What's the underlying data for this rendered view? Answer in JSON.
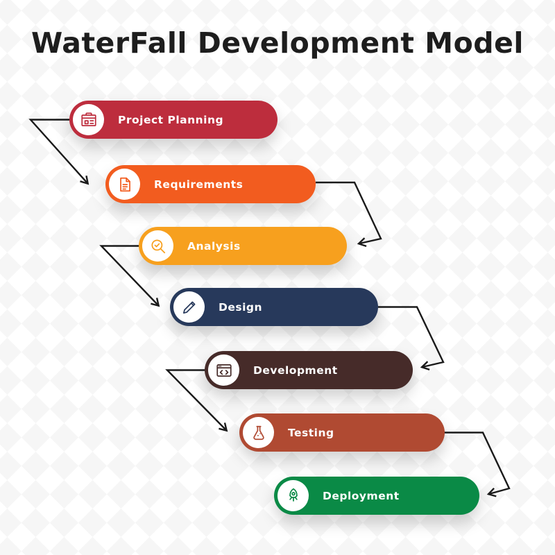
{
  "title": "WaterFall Development Model",
  "arrow_color": "#1a1a1a",
  "stages": [
    {
      "label": "Project Planning",
      "color": "#bd2d3d",
      "icon": "blueprint-icon"
    },
    {
      "label": "Requirements",
      "color": "#f25c1f",
      "icon": "document-icon"
    },
    {
      "label": "Analysis",
      "color": "#f7a01e",
      "icon": "magnifier-check-icon"
    },
    {
      "label": "Design",
      "color": "#27395b",
      "icon": "pen-icon"
    },
    {
      "label": "Development",
      "color": "#462b29",
      "icon": "code-icon"
    },
    {
      "label": "Testing",
      "color": "#b04a32",
      "icon": "flask-icon"
    },
    {
      "label": "Deployment",
      "color": "#0a8a46",
      "icon": "rocket-icon"
    }
  ]
}
